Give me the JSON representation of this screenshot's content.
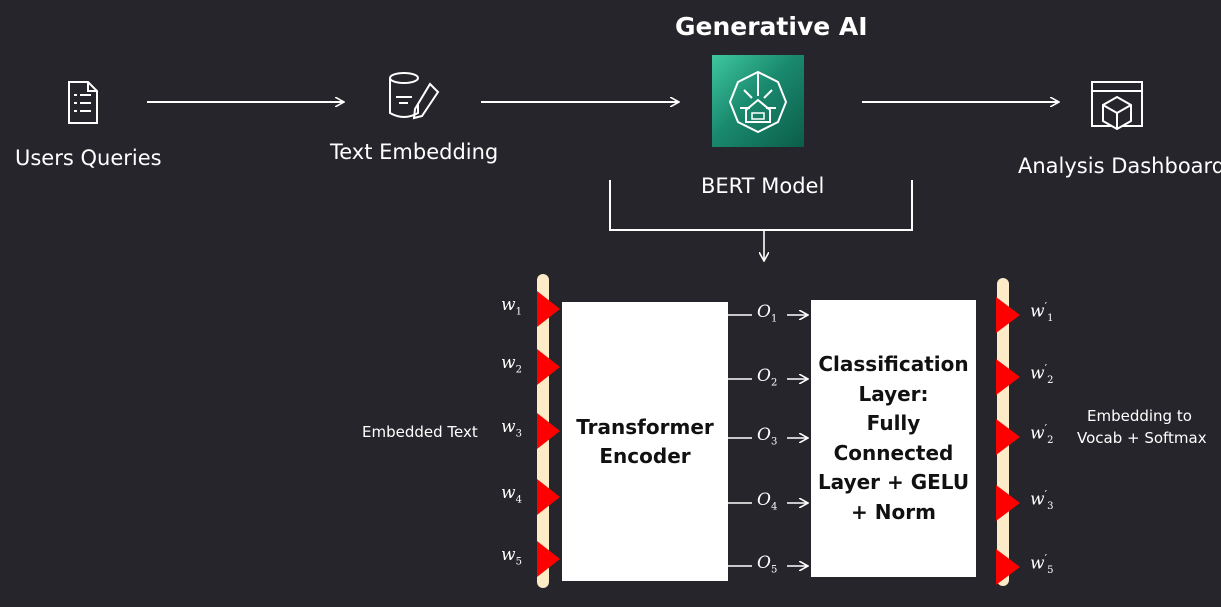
{
  "title": "Generative AI",
  "pipeline": {
    "users_queries": {
      "label": "Users Queries",
      "icon": "document-list-icon"
    },
    "text_embedding": {
      "label": "Text Embedding",
      "icon": "database-pencil-icon"
    },
    "bert_model": {
      "label": "BERT Model",
      "icon": "sagemaker-brain-icon",
      "accent": "#1a8a6f"
    },
    "analysis_dashboard": {
      "label": "Analysis Dashboard",
      "icon": "dashboard-cube-icon"
    }
  },
  "bert_detail": {
    "embedded_text_label": "Embedded Text",
    "output_label_line1": "Embedding to",
    "output_label_line2": "Vocab + Softmax",
    "encoder": {
      "line1": "Transformer",
      "line2": "Encoder"
    },
    "classifier": {
      "lines": [
        "Classification",
        "Layer:",
        "Fully",
        "Connected",
        "Layer + GELU",
        "+ Norm"
      ]
    },
    "inputs": [
      {
        "base": "w",
        "sub": "1"
      },
      {
        "base": "w",
        "sub": "2"
      },
      {
        "base": "w",
        "sub": "3"
      },
      {
        "base": "w",
        "sub": "4"
      },
      {
        "base": "w",
        "sub": "5"
      }
    ],
    "outputs": [
      {
        "base": "O",
        "sub": "1"
      },
      {
        "base": "O",
        "sub": "2"
      },
      {
        "base": "O",
        "sub": "3"
      },
      {
        "base": "O",
        "sub": "4"
      },
      {
        "base": "O",
        "sub": "5"
      }
    ],
    "predictions": [
      {
        "base": "w",
        "sup": "′",
        "sub": "1"
      },
      {
        "base": "w",
        "sup": "′",
        "sub": "2"
      },
      {
        "base": "w",
        "sup": "′",
        "sub": "2"
      },
      {
        "base": "w",
        "sup": "′",
        "sub": "3"
      },
      {
        "base": "w",
        "sup": "′",
        "sub": "5"
      }
    ],
    "colors": {
      "marker": "#ff0000",
      "bar": "#fdebc8"
    }
  }
}
